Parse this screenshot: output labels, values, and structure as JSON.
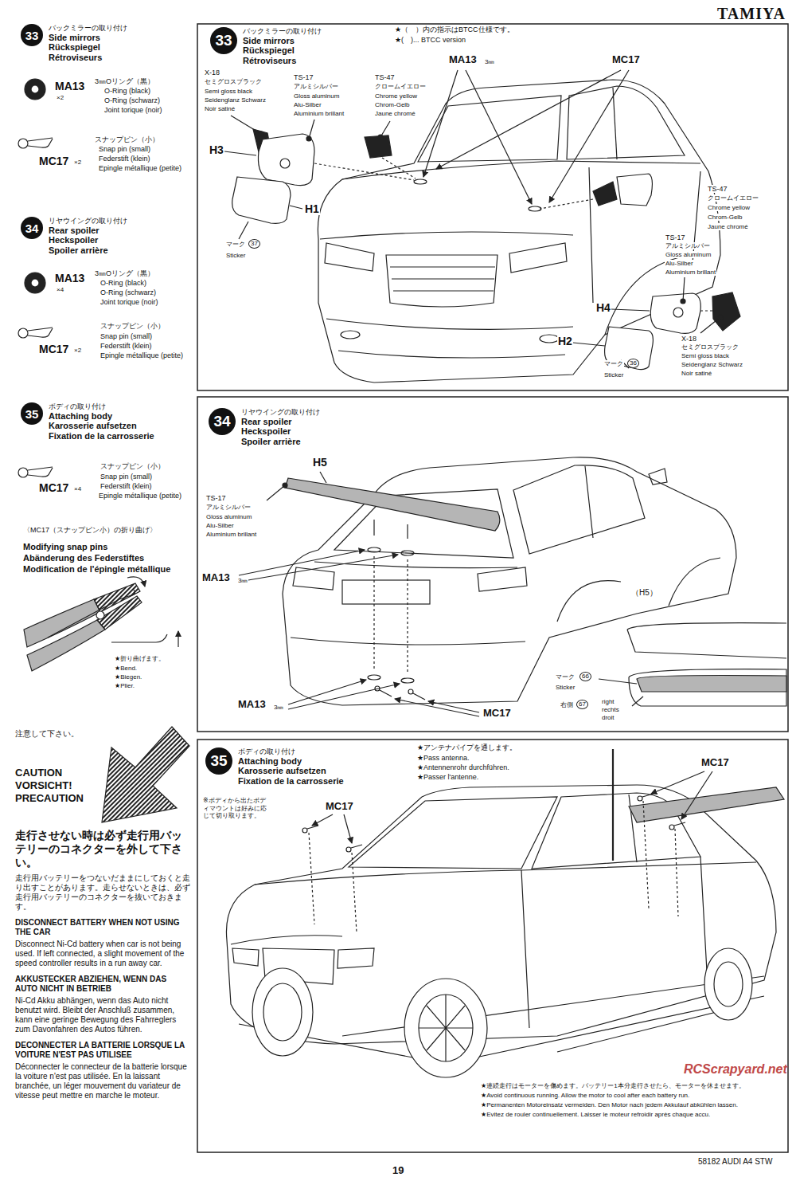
{
  "diagram": {
    "nodes": [
      {
        "text": [
          "33",
          "バックミラーの取り付け",
          "Side mirrors",
          "Rückspiegel",
          "Rétroviseurs"
        ]
      },
      {
        "text": [
          "34",
          "リヤウイングの取り付け",
          "Rear spoiler",
          "Heckspoiler",
          "Spoiler arrière"
        ]
      },
      {
        "text": [
          "35",
          "ボディの取り付け",
          "Attaching body",
          "Karosserie aufsetzen",
          "Fixation de la carrosserie"
        ]
      },
      {
        "text": [
          "33",
          "バックミラーの取り付け",
          "Side mirrors",
          "Rückspiegel",
          "Rétroviseurs"
        ]
      },
      {
        "text": [
          "34",
          "リヤウイングの取り付け",
          "Rear spoiler",
          "Heckspoiler",
          "Spoiler arrière"
        ]
      },
      {
        "text": [
          "35",
          "ボディの取り付け",
          "Attaching body",
          "Karosserie aufsetzen",
          "Fixation de la carrosserie"
        ]
      }
    ],
    "labels": [
      "TAMIYA",
      "MA13",
      "×2",
      "3㎜Oリング（黒）",
      "O-Ring (black)",
      "O-Ring (schwarz)",
      "Joint torique (noir)",
      "スナップピン（小）",
      "Snap pin (small)",
      "Federstift (klein)",
      "Epingle métallique (petite)",
      "MC17",
      "×2",
      "MA13",
      "×4",
      "3㎜Oリング（黒）",
      "O-Ring (black)",
      "O-Ring (schwarz)",
      "Joint torique (noir)",
      "スナップピン（小）",
      "Snap pin (small)",
      "Federstift (klein)",
      "Epingle métallique (petite)",
      "MC17",
      "×2",
      "スナップピン（小）",
      "Snap pin (small)",
      "Federstift (klein)",
      "Epingle métallique (petite)",
      "MC17",
      "×4",
      "〈MC17（スナップピン小）の折り曲げ〉",
      "Modifying snap pins",
      "Abänderung des Federstiftes",
      "Modification de l'épingle métallique",
      "★折り曲げます。",
      "★Bend.",
      "★Biegen.",
      "★Plier.",
      "注意して下さい。",
      "CAUTION",
      "VORSICHT!",
      "PRECAUTION",
      "走行させない時は必ず走行用バッテリーのコネクターを外して下さい。",
      "走行用バッテリーをつないだままにしておくと走り出すことがあります。走らせないときは、必ず走行用バッテリーのコネクターを抜いておきます。",
      "DISCONNECT BATTERY WHEN NOT USING THE CAR",
      "Disconnect Ni-Cd battery when car is not being used. If left connected, a slight movement of the speed controller results in a run away car.",
      "AKKUSTECKER ABZIEHEN, WENN DAS AUTO NICHT IN BETRIEB",
      "Ni-Cd Akku abhängen, wenn das Auto nicht benutzt wird. Bleibt der Anschluß zusammen, kann eine geringe Bewegung des Fahrreglers zum Davonfahren des Autos führen.",
      "DECONNECTER LA BATTERIE LORSQUE LA VOITURE N'EST PAS UTILISEE",
      "Déconnecter le connecteur de la batterie lorsque la voiture n'est pas utilisée. En la laissant branchée, un léger mouvement du variateur de vitesse peut mettre en marche le moteur.",
      "19",
      "58182 AUDI A4 STW",
      "RCScrapyard.net",
      "★（　）内の指示はBTCC仕様です。",
      "★(　)... BTCC version",
      "MA13",
      "3㎜",
      "MC17",
      "X-18",
      "セミグロスブラック",
      "Semi gloss black",
      "Seidenglanz Schwarz",
      "Noir satiné",
      "TS-17",
      "アルミシルバー",
      "Gloss aluminum",
      "Alu-Silber",
      "Aluminium brillant",
      "TS-47",
      "クロームイエロー",
      "Chrome yellow",
      "Chrom-Gelb",
      "Jaune chromé",
      "H3",
      "H1",
      "マーク",
      "37",
      "Sticker",
      "TS-47",
      "クロームイエロー",
      "Chrome yellow",
      "Chrom-Gelb",
      "Jaune chromé",
      "TS-17",
      "アルミシルバー",
      "Gloss aluminum",
      "Alu-Silber",
      "Aluminium brillant",
      "H4",
      "H2",
      "X-18",
      "セミグロスブラック",
      "Semi gloss black",
      "Seidenglanz Schwarz",
      "Noir satiné",
      "マーク",
      "36",
      "Sticker",
      "H5",
      "TS-17",
      "アルミシルバー",
      "Gloss aluminum",
      "Alu-Silber",
      "Aluminium brillant",
      "MA13",
      "3㎜",
      "（H5）",
      "マーク",
      "66",
      "Sticker",
      "右側",
      "67",
      "right",
      "rechts",
      "droit",
      "MA13",
      "3㎜",
      "MC17",
      "※ボディから出たボディマウントは好みに応じて切り取ります。",
      "MC17",
      "★アンテナパイプを通します。",
      "★Pass antenna.",
      "★Antennenrohr durchführen.",
      "★Passer l'antenne.",
      "MC17",
      "★連続走行はモーターを傷めます。バッテリー1本分走行させたら、モーターを休ませます。",
      "★Avoid continuous running. Allow the motor to cool after each battery run.",
      "★Permanenten Motoreinsatz vermeiden. Den Motor nach jedem Akkulauf abkühlen lassen.",
      "★Evitez de rouler continuellement. Laisser le moteur refroidir après chaque accu."
    ]
  }
}
